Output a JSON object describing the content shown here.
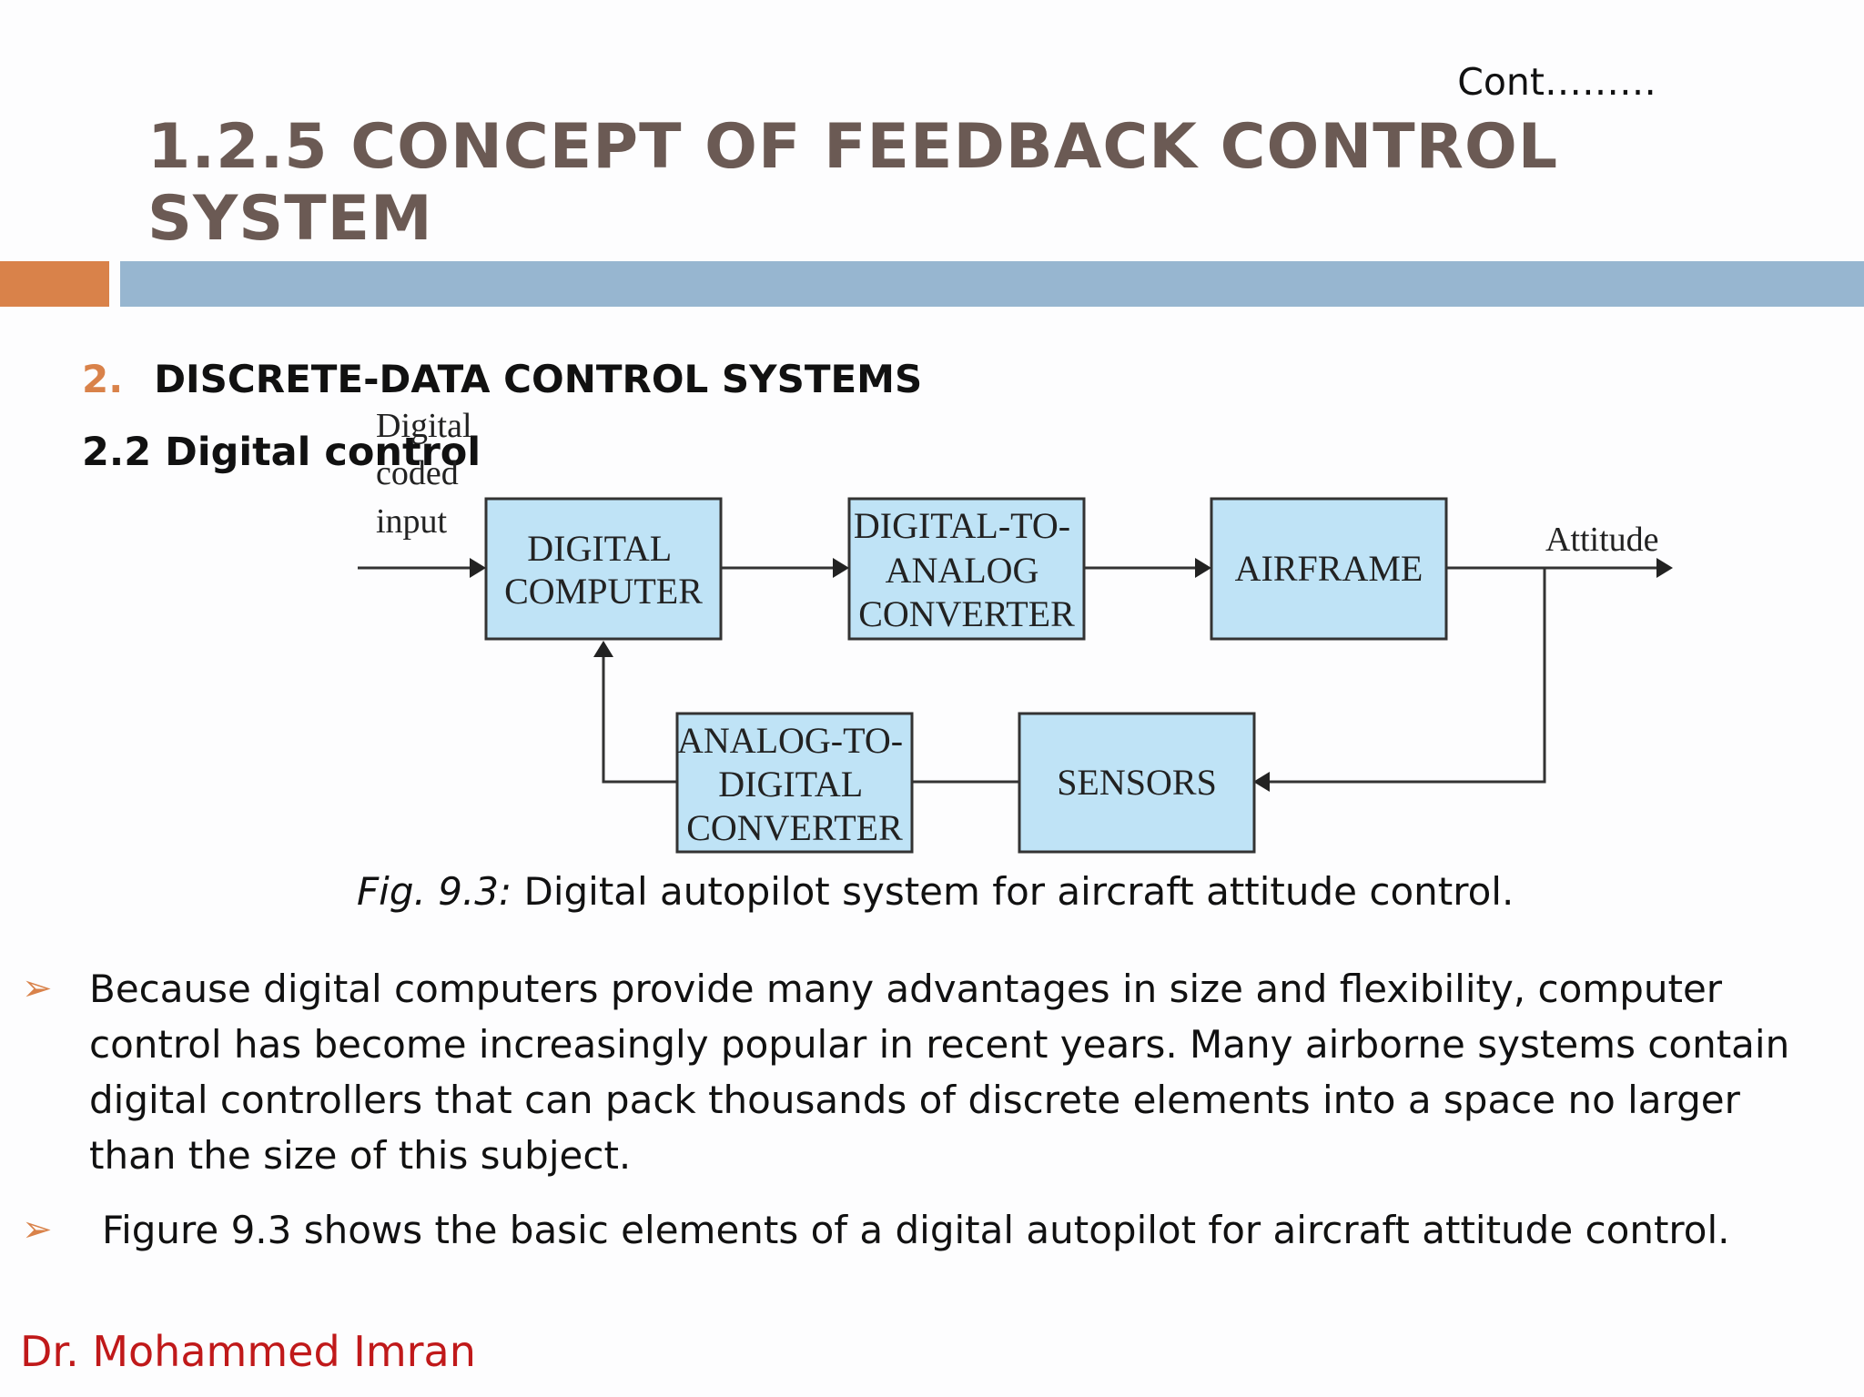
{
  "header": {
    "cont": "Cont………",
    "title": "1.2.5 CONCEPT OF FEEDBACK CONTROL SYSTEM"
  },
  "section": {
    "number": "2.",
    "heading": "DISCRETE-DATA CONTROL SYSTEMS",
    "subheading": "2.2 Digital control"
  },
  "diagram": {
    "input_label": [
      "Digital",
      "coded",
      "input"
    ],
    "output_label": "Attitude",
    "blocks": {
      "digital_computer": [
        "DIGITAL",
        "COMPUTER"
      ],
      "dac": [
        "DIGITAL-TO-",
        "ANALOG",
        "CONVERTER"
      ],
      "airframe": [
        "AIRFRAME"
      ],
      "adc": [
        "ANALOG-TO-",
        "DIGITAL",
        "CONVERTER"
      ],
      "sensors": [
        "SENSORS"
      ]
    }
  },
  "caption": {
    "fig": "Fig. 9.3:",
    "text": " Digital autopilot system for aircraft attitude control."
  },
  "bullets": [
    "Because digital computers provide many advantages in size and flexibility, computer control has become increasingly popular in recent years. Many airborne systems contain digital controllers that can pack  thousands of discrete elements into a space no larger than the size of this subject.",
    "Figure 9.3 shows the basic elements of a digital autopilot for aircraft attitude control."
  ],
  "bullet_icon": "arrow-bullet-icon",
  "footer": {
    "author": "Dr. Mohammed Imran"
  },
  "colors": {
    "accent_orange": "#d9824a",
    "accent_blue": "#97b6d0",
    "title": "#6b5a54",
    "block_fill": "#bfe3f6",
    "author": "#c0191a"
  }
}
